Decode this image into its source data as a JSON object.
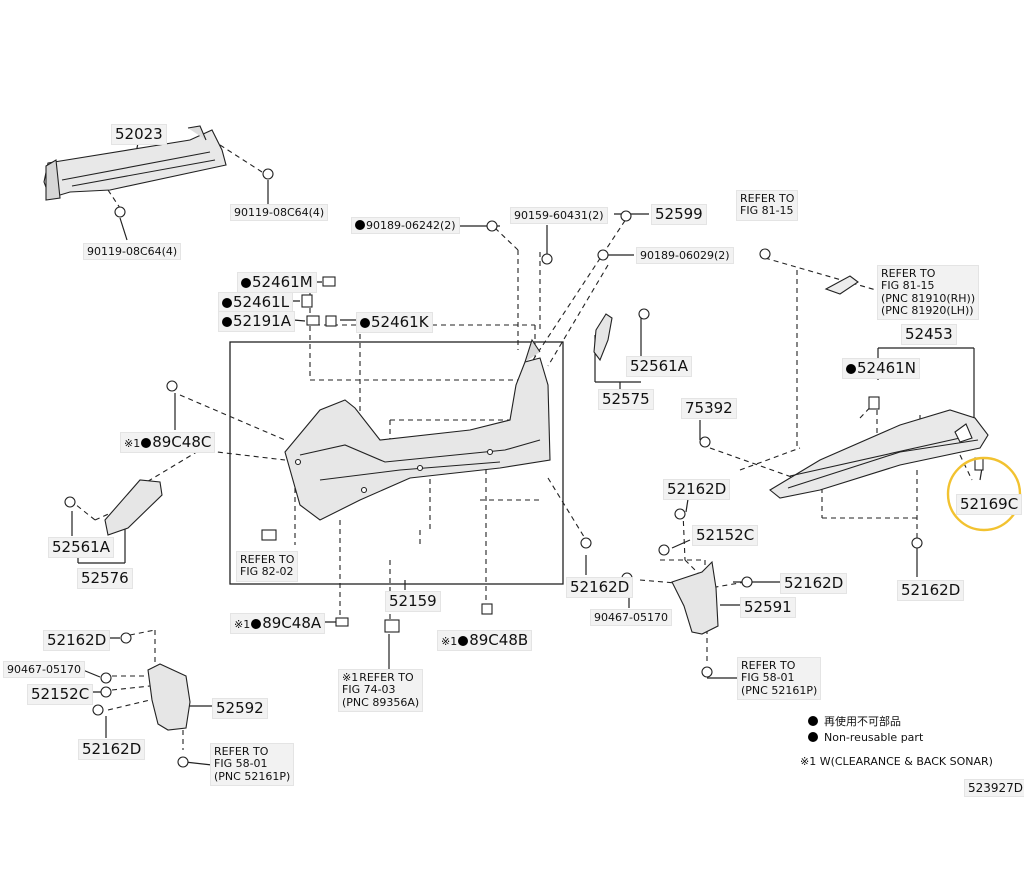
{
  "labels": {
    "p52023": "52023",
    "p90119_a": "90119-08C64(4)",
    "p90119_b": "90119-08C64(4)",
    "p90189_06242": "90189-06242(2)",
    "p90159": "90159-60431(2)",
    "p52599": "52599",
    "p90189_06029": "90189-06029(2)",
    "ref_81_15_top": "REFER TO\nFIG 81-15",
    "ref_81_15_pnc": "REFER TO\nFIG 81-15\n(PNC 81910(RH))\n(PNC 81920(LH))",
    "p52461M": "52461M",
    "p52461L": "52461L",
    "p52191A": "52191A",
    "p52461K": "52461K",
    "p52561A_r": "52561A",
    "p52575": "52575",
    "p52453": "52453",
    "p52461N": "52461N",
    "p89C48C": "89C48C",
    "p52561A_l": "52561A",
    "p52576": "52576",
    "ref_82_02": "REFER TO\nFIG 82-02",
    "p75392": "75392",
    "p52162D_a": "52162D",
    "p52152C_a": "52152C",
    "p52169C": "52169C",
    "p52162D_b": "52162D",
    "p52162D_c": "52162D",
    "p52159": "52159",
    "p90467_a": "90467-05170",
    "p52591": "52591",
    "p52162D_d": "52162D",
    "p89C48A": "89C48A",
    "p89C48B": "89C48B",
    "p52162D_e": "52162D",
    "p90467_b": "90467-05170",
    "p52152C_b": "52152C",
    "ref_74_03": "REFER TO\nFIG 74-03\n(PNC 89356A)",
    "ref_58_01_r": "REFER TO\nFIG 58-01\n(PNC 52161P)",
    "p52592": "52592",
    "p52162D_f": "52162D",
    "ref_58_01_l": "REFER TO\nFIG 58-01\n(PNC 52161P)",
    "note_mark": "※1"
  },
  "legend": {
    "nonreusable_jp": "再使用不可部品",
    "nonreusable_en": "Non-reusable part",
    "note": "※1 W(CLEARANCE & BACK SONAR)"
  },
  "figure_id": "523927D",
  "colors": {
    "highlight": "#f2c230",
    "label_bg": "#f2f2f2",
    "line": "#222222",
    "part_fill": "#e9e9e9"
  }
}
